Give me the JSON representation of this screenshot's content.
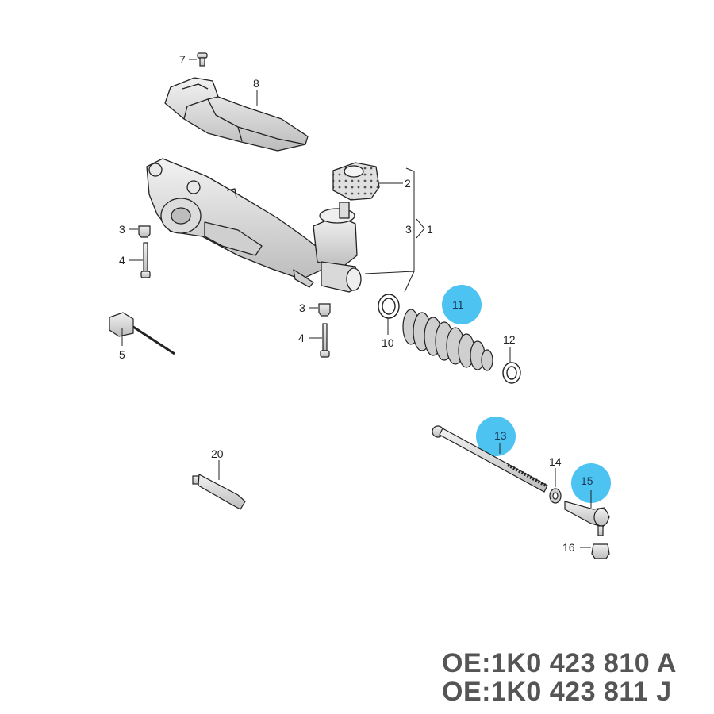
{
  "colors": {
    "highlight": "#4dc3f2",
    "line": "#222222",
    "part_fill": "#e6e6e6",
    "part_shade": "#b8b8b8",
    "code_text": "#555555"
  },
  "callouts": [
    {
      "id": "1",
      "label": "1"
    },
    {
      "id": "2",
      "label": "2"
    },
    {
      "id": "3a",
      "label": "3"
    },
    {
      "id": "3b",
      "label": "3"
    },
    {
      "id": "3c",
      "label": "3"
    },
    {
      "id": "4a",
      "label": "4"
    },
    {
      "id": "4b",
      "label": "4"
    },
    {
      "id": "5",
      "label": "5"
    },
    {
      "id": "7",
      "label": "7"
    },
    {
      "id": "8",
      "label": "8"
    },
    {
      "id": "10",
      "label": "10"
    },
    {
      "id": "11",
      "label": "11",
      "highlighted": true
    },
    {
      "id": "12",
      "label": "12"
    },
    {
      "id": "13",
      "label": "13",
      "highlighted": true
    },
    {
      "id": "14",
      "label": "14"
    },
    {
      "id": "15",
      "label": "15",
      "highlighted": true
    },
    {
      "id": "16",
      "label": "16"
    },
    {
      "id": "20",
      "label": "20"
    }
  ],
  "oe_codes": [
    "OE:1K0 423 810 A",
    "OE:1K0 423 811 J"
  ]
}
